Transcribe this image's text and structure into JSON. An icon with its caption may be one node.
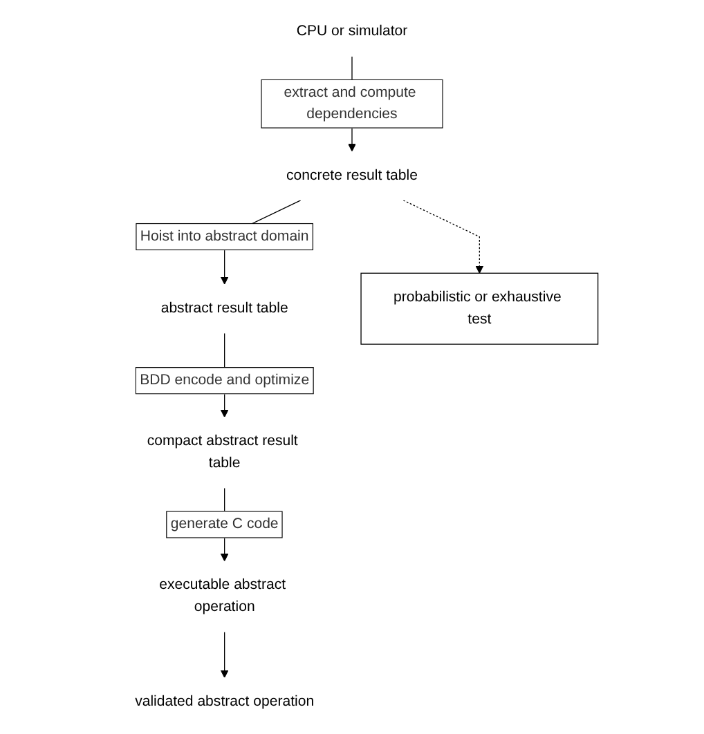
{
  "diagram": {
    "nodes": [
      {
        "text": [
          "CPU or simulator"
        ]
      },
      {
        "text": [
          "concrete result table"
        ]
      },
      {
        "text": [
          "abstract result table"
        ]
      },
      {
        "text": [
          "compact abstract result table"
        ]
      },
      {
        "text": [
          "executable abstract operation"
        ]
      },
      {
        "text": [
          "validated abstract operation"
        ]
      },
      {
        "text": [
          "probabilistic or exhaustive test"
        ]
      }
    ],
    "edges": [
      {
        "from": 0,
        "to": 1,
        "arrow": "to",
        "label": "extract and compute dependencies"
      },
      {
        "from": 1,
        "to": 2,
        "arrow": "to",
        "label": "Hoist into abstract domain"
      },
      {
        "from": 2,
        "to": 3,
        "arrow": "to",
        "label": "BDD encode and optimize"
      },
      {
        "from": 3,
        "to": 4,
        "arrow": "to",
        "label": "generate C code"
      },
      {
        "from": 4,
        "to": 5,
        "arrow": "to"
      },
      {
        "from": 1,
        "to": 6,
        "arrow": "to",
        "style": "dashed"
      }
    ]
  }
}
